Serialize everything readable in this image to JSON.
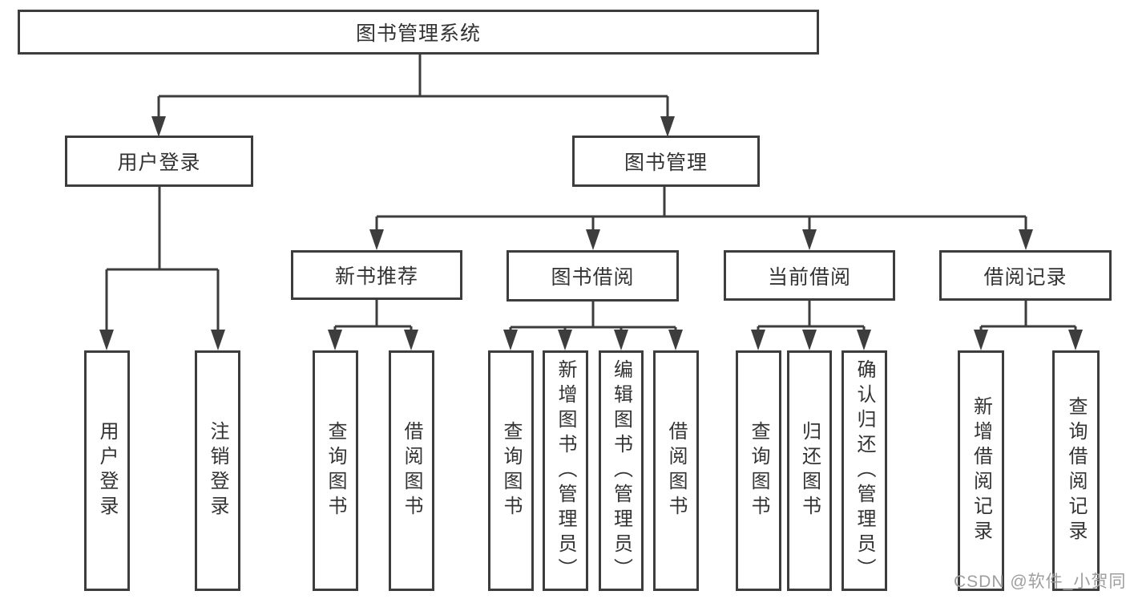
{
  "nodes": {
    "root": {
      "label": "图书管理系统"
    },
    "level2": [
      {
        "label": "用户登录"
      },
      {
        "label": "图书管理"
      }
    ],
    "level3": [
      {
        "label": "新书推荐",
        "parent": "图书管理"
      },
      {
        "label": "图书借阅",
        "parent": "图书管理"
      },
      {
        "label": "当前借阅",
        "parent": "图书管理"
      },
      {
        "label": "借阅记录",
        "parent": "图书管理"
      }
    ],
    "leaves": [
      {
        "label": "用户登录",
        "parent": "用户登录"
      },
      {
        "label": "注销登录",
        "parent": "用户登录"
      },
      {
        "label": "查询图书",
        "parent": "新书推荐"
      },
      {
        "label": "借阅图书",
        "parent": "新书推荐"
      },
      {
        "label": "查询图书",
        "parent": "图书借阅"
      },
      {
        "label": "新增图书（管理员）",
        "parent": "图书借阅"
      },
      {
        "label": "编辑图书（管理员）",
        "parent": "图书借阅"
      },
      {
        "label": "借阅图书",
        "parent": "图书借阅"
      },
      {
        "label": "查询图书",
        "parent": "当前借阅"
      },
      {
        "label": "归还图书",
        "parent": "当前借阅"
      },
      {
        "label": "确认归还（管理员）",
        "parent": "当前借阅"
      },
      {
        "label": "新增借阅记录",
        "parent": "借阅记录"
      },
      {
        "label": "查询借阅记录",
        "parent": "借阅记录"
      }
    ]
  },
  "watermark": {
    "text": "CSDN @软件_小贺同学"
  },
  "colors": {
    "line": "#3d3d3d",
    "box_border": "#3d3d3d",
    "box_fill": "#ffffff",
    "text": "#333333",
    "watermark": "#9e9e9e",
    "background": "#ffffff"
  }
}
